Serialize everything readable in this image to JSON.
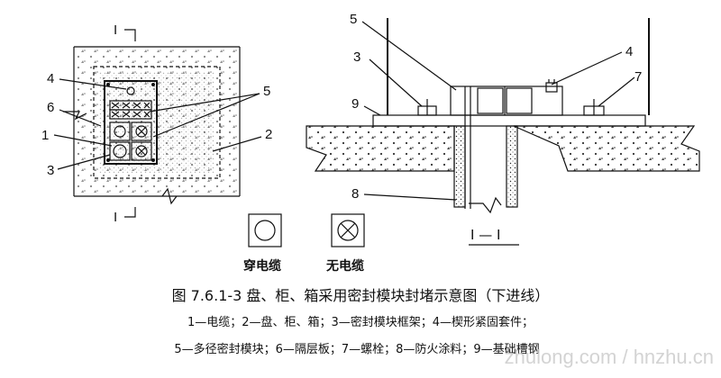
{
  "section_mark": "I",
  "labels": {
    "plan": [
      "4",
      "6",
      "1",
      "3",
      "5",
      "2"
    ],
    "section": [
      "5",
      "3",
      "9",
      "4",
      "7",
      "8"
    ]
  },
  "section_title": "I — I",
  "legend": {
    "through_cable": "穿电缆",
    "no_cable": "无电缆"
  },
  "caption": {
    "title": "图 7.6.1-3   盘、柜、箱采用密封模块封堵示意图（下进线）",
    "line1": "1—电缆；2—盘、柜、箱；3—密封模块框架；4—楔形紧固套件；",
    "line2": "5—多径密封模块；6—隔层板；7—螺栓；8—防火涂料；9—基础槽钢"
  },
  "watermark": "zhulong.com / hnzhu.cn"
}
